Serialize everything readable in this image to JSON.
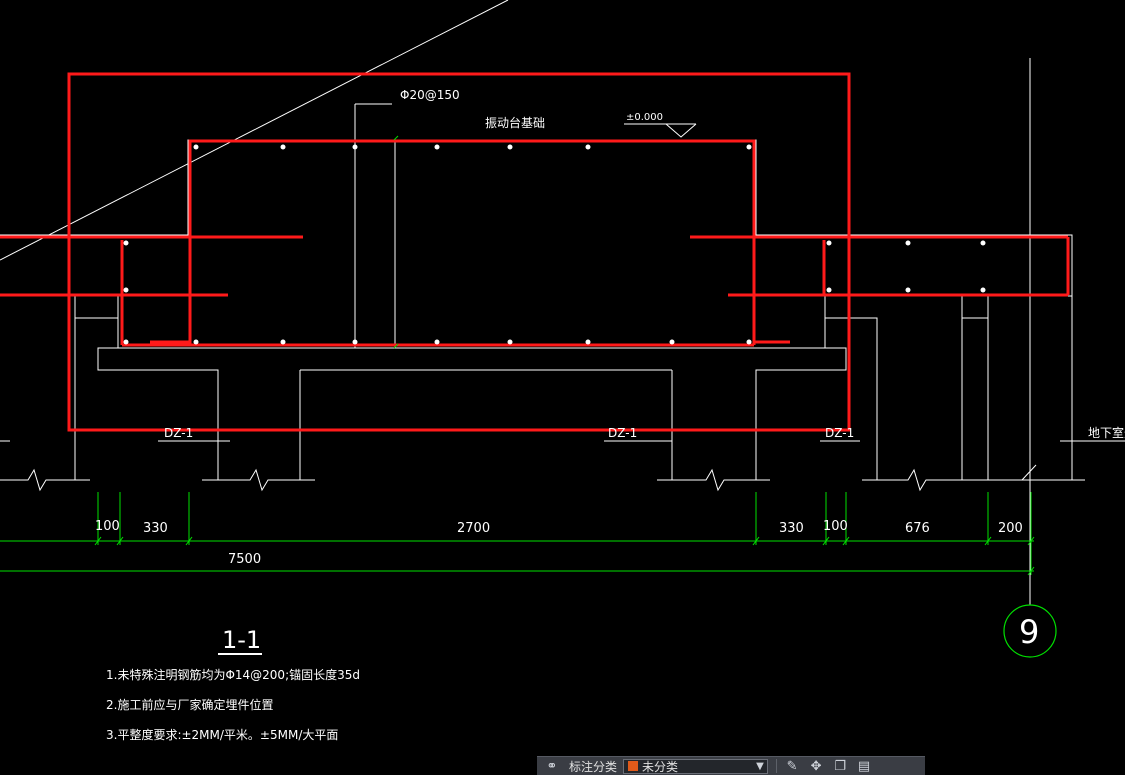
{
  "drawing": {
    "rebar_label": "Φ20@150",
    "foundation_label": "振动台基础",
    "elevation_label": "±0.000",
    "pile_label_1": "DZ-1",
    "pile_label_2": "DZ-1",
    "pile_label_3": "DZ-1",
    "right_label": "地下室外墙",
    "dims": [
      "100",
      "330",
      "2700",
      "330",
      "100",
      "676",
      "200"
    ],
    "total_dim": "7500",
    "section_title": "1-1",
    "axis_label": "9",
    "notes": [
      "1.未特殊注明钢筋均为Φ14@200;锚固长度35d",
      "2.施工前应与厂家确定埋件位置",
      "3.平整度要求:±2MM/平米。±5MM/大平面"
    ]
  },
  "toolbar": {
    "label": "标注分类",
    "select_value": "未分类",
    "swatch_color": "#e05a1a"
  },
  "colors": {
    "background": "#000000",
    "outline": "#ffffff",
    "highlight": "#ff1a1a",
    "dimension": "#00e000"
  }
}
